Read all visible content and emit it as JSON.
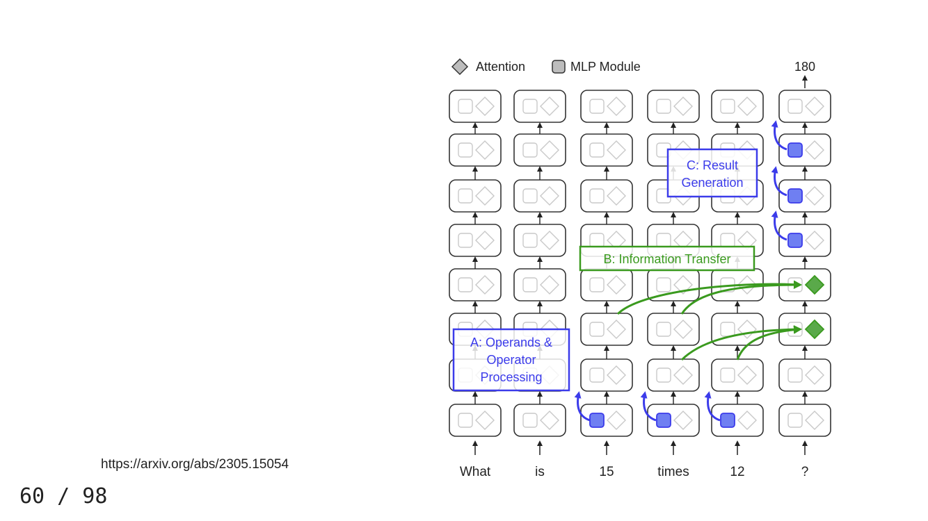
{
  "legend": {
    "attention_label": "Attention",
    "mlp_label": "MLP Module"
  },
  "output_label": "180",
  "tokens": [
    "What",
    "is",
    "15",
    "times",
    "12",
    "?"
  ],
  "annotations": {
    "a_lines": [
      "A: Operands &",
      "Operator",
      "Processing"
    ],
    "b_label": "B: Information Transfer",
    "c_lines": [
      "C: Result",
      "Generation"
    ]
  },
  "colors": {
    "blue": "#3b3bea",
    "blue_fill": "#6f7ff2",
    "green": "#3a9a1e",
    "green_fill": "#5aa94a",
    "gray_border": "#333333",
    "gray_light": "#c9c9c9"
  },
  "source_url": "https://arxiv.org/abs/2305.15054",
  "page_indicator": "60 / 98"
}
